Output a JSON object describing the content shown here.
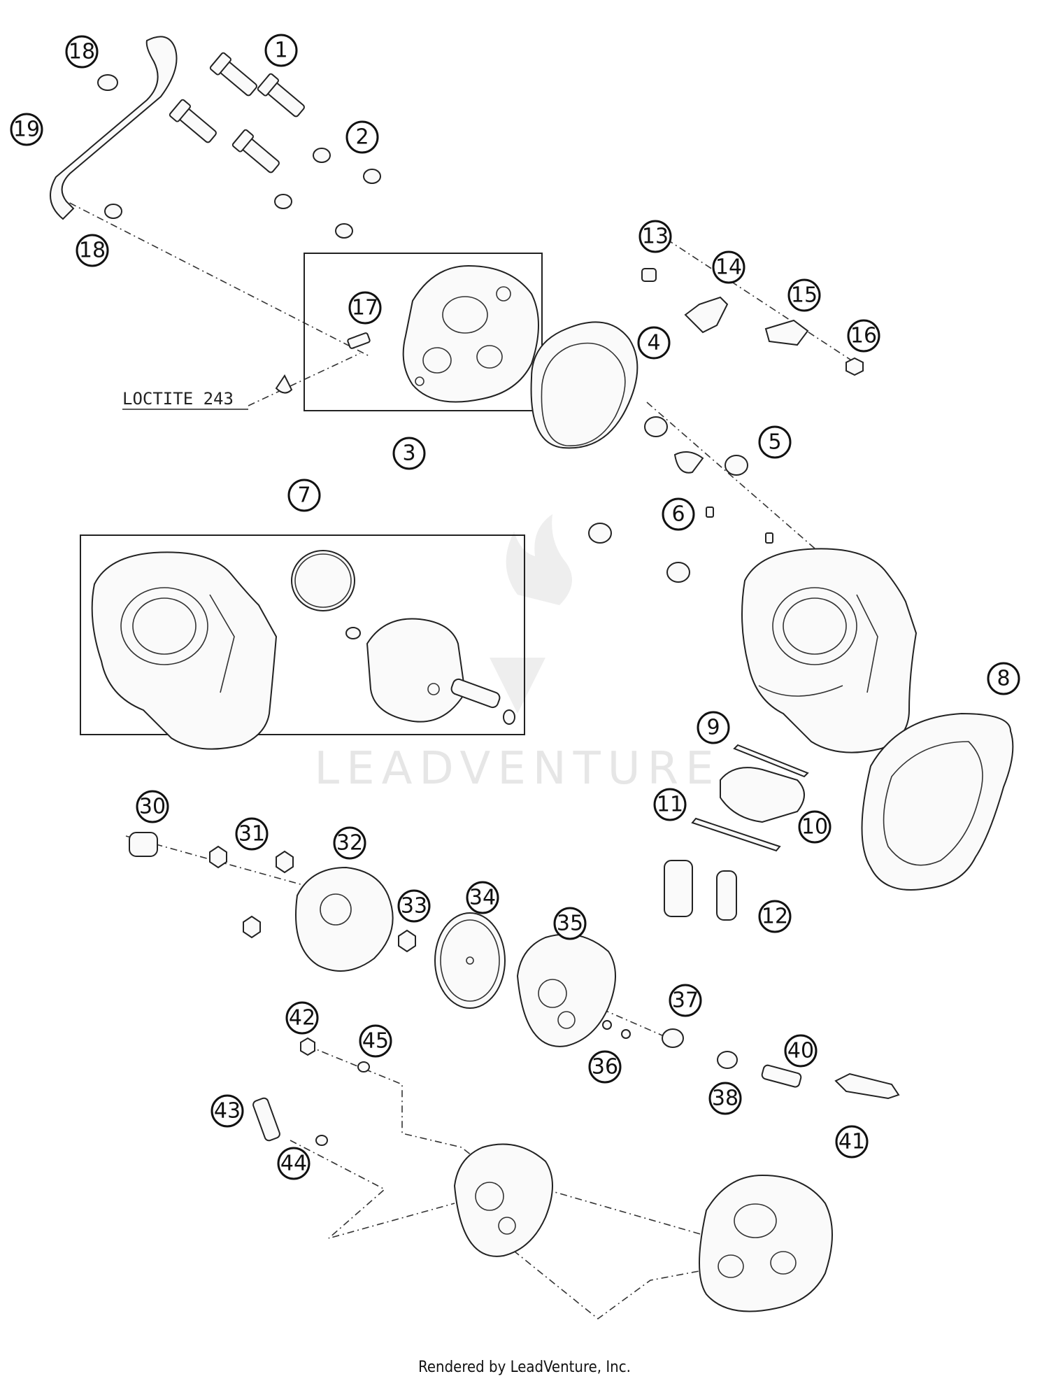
{
  "callout_labels": [
    "1",
    "2",
    "3",
    "4",
    "5",
    "6",
    "7",
    "8",
    "9",
    "10",
    "11",
    "12",
    "13",
    "14",
    "15",
    "16",
    "17",
    "18",
    "19",
    "30",
    "31",
    "32",
    "33",
    "34",
    "35",
    "36",
    "37",
    "38",
    "40",
    "41",
    "42",
    "43",
    "44",
    "45"
  ],
  "note_loctite": "LOCTITE 243",
  "watermark": "LEADVENTURE",
  "footer": "Rendered by LeadVenture, Inc."
}
